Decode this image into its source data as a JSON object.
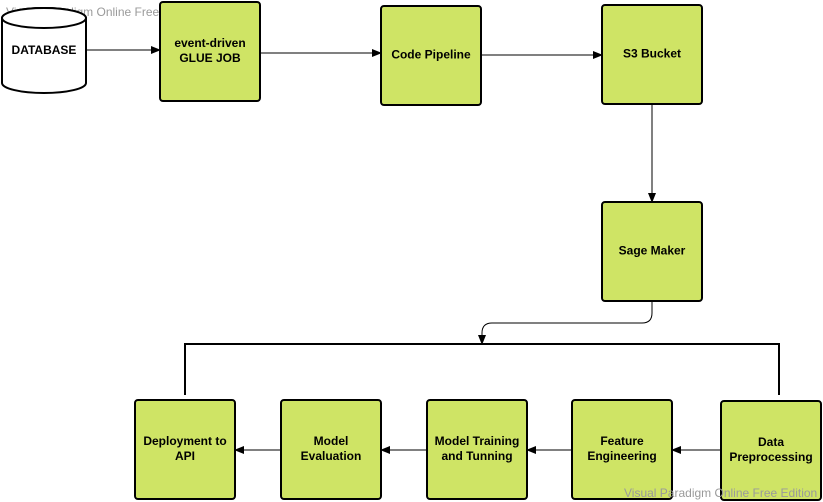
{
  "watermark": {
    "top": "Visual Paradigm Online Free Edition",
    "bottom": "Visual Paradigm Online Free Edition"
  },
  "colors": {
    "node_fill": "#cfe465",
    "node_stroke": "#000000",
    "database_fill": "#ffffff",
    "line": "#000000"
  },
  "nodes": [
    {
      "id": "database",
      "shape": "cylinder",
      "lines": [
        "DATABASE"
      ]
    },
    {
      "id": "glue-job",
      "shape": "box",
      "lines": [
        "event-driven",
        "GLUE JOB"
      ]
    },
    {
      "id": "code-pipeline",
      "shape": "box",
      "lines": [
        "Code Pipeline"
      ]
    },
    {
      "id": "s3-bucket",
      "shape": "box",
      "lines": [
        "S3 Bucket"
      ]
    },
    {
      "id": "sage-maker",
      "shape": "box",
      "lines": [
        "Sage Maker"
      ]
    },
    {
      "id": "data-preprocessing",
      "shape": "box",
      "lines": [
        "Data",
        "Preprocessing"
      ]
    },
    {
      "id": "feature-engineering",
      "shape": "box",
      "lines": [
        "Feature",
        "Engineering"
      ]
    },
    {
      "id": "model-training",
      "shape": "box",
      "lines": [
        "Model Training",
        "and Tunning"
      ]
    },
    {
      "id": "model-evaluation",
      "shape": "box",
      "lines": [
        "Model",
        "Evaluation"
      ]
    },
    {
      "id": "deployment",
      "shape": "box",
      "lines": [
        "Deployment to",
        "API"
      ]
    }
  ],
  "edges": [
    {
      "from": "database",
      "to": "glue-job"
    },
    {
      "from": "glue-job",
      "to": "code-pipeline"
    },
    {
      "from": "code-pipeline",
      "to": "s3-bucket"
    },
    {
      "from": "s3-bucket",
      "to": "sage-maker"
    },
    {
      "from": "sage-maker",
      "to": "bracket"
    },
    {
      "from": "data-preprocessing",
      "to": "feature-engineering"
    },
    {
      "from": "feature-engineering",
      "to": "model-training"
    },
    {
      "from": "model-training",
      "to": "model-evaluation"
    },
    {
      "from": "model-evaluation",
      "to": "deployment"
    }
  ]
}
